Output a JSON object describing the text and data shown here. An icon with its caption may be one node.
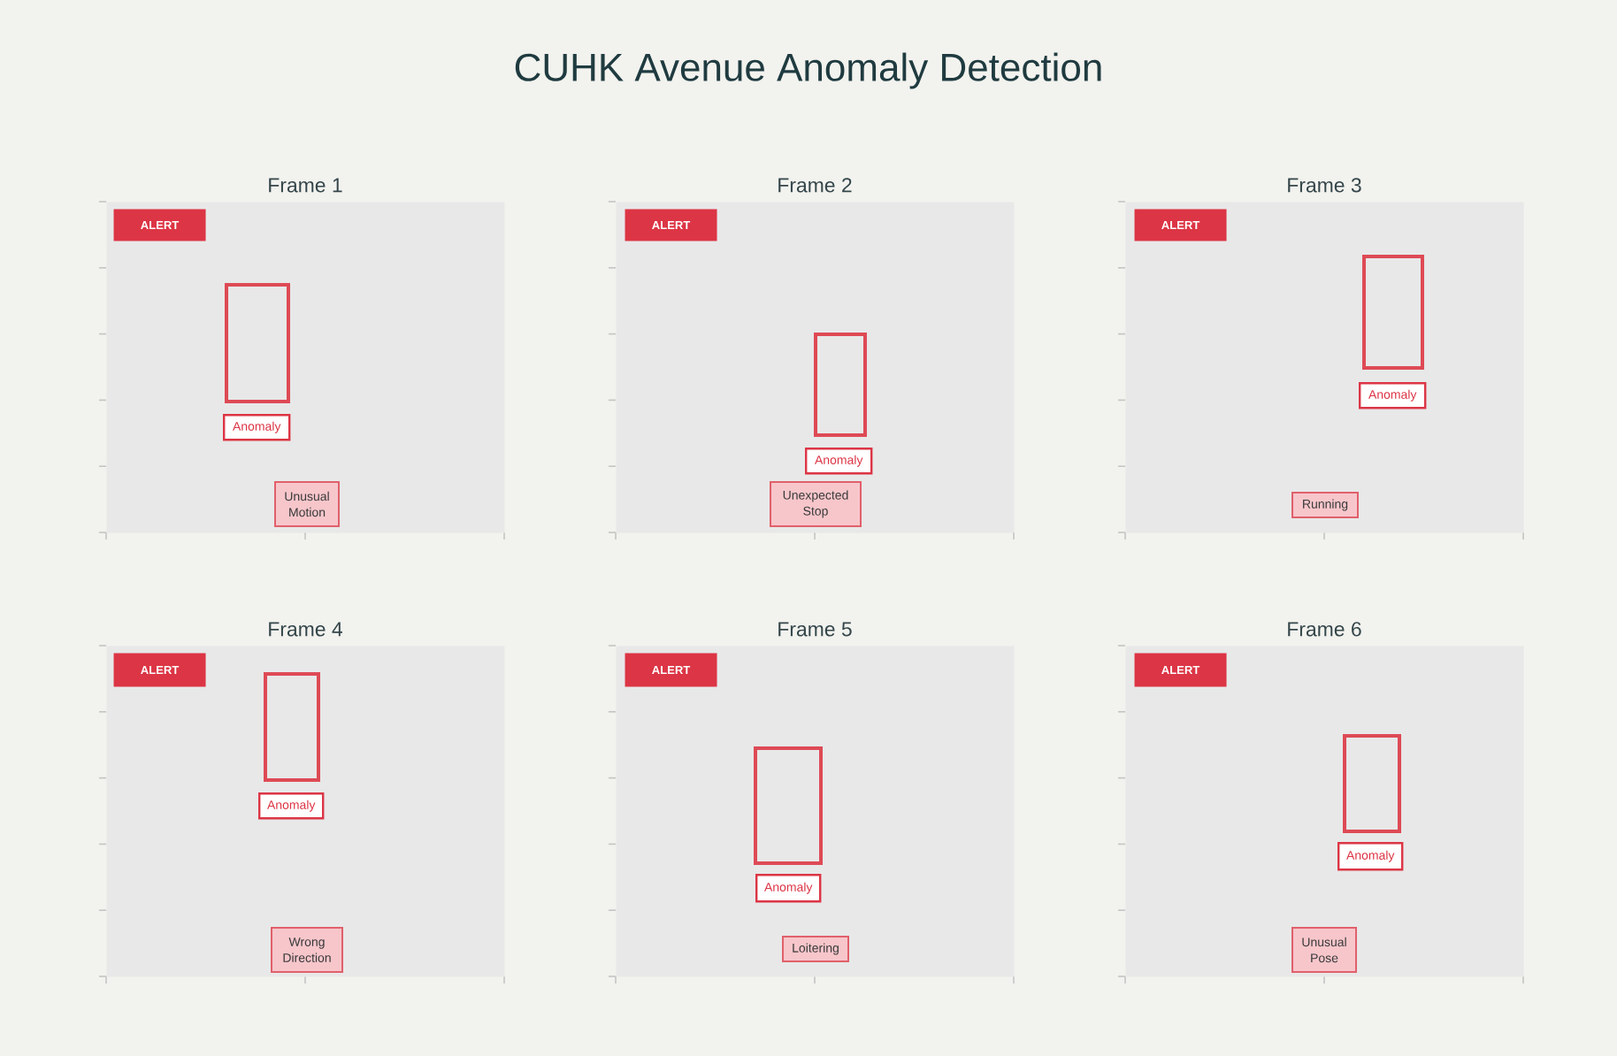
{
  "diagram": {
    "title": "CUHK Avenue Anomaly Detection",
    "nodes": [
      {
        "text": [
          "Frame 1"
        ]
      },
      {
        "text": [
          "ALERT"
        ],
        "in": 0
      },
      {
        "text": [],
        "shape": "box",
        "in": 0
      },
      {
        "text": [
          "Anomaly"
        ],
        "in": 0
      },
      {
        "text": [
          "Unusual Motion"
        ],
        "in": 0
      },
      {
        "text": [
          "Frame 2"
        ]
      },
      {
        "text": [
          "ALERT"
        ],
        "in": 5
      },
      {
        "text": [],
        "shape": "box",
        "in": 5
      },
      {
        "text": [
          "Anomaly"
        ],
        "in": 5
      },
      {
        "text": [
          "Unexpected Stop"
        ],
        "in": 5
      },
      {
        "text": [
          "Frame 3"
        ]
      },
      {
        "text": [
          "ALERT"
        ],
        "in": 10
      },
      {
        "text": [],
        "shape": "box",
        "in": 10
      },
      {
        "text": [
          "Anomaly"
        ],
        "in": 10
      },
      {
        "text": [
          "Running"
        ],
        "in": 10
      },
      {
        "text": [
          "Frame 4"
        ]
      },
      {
        "text": [
          "ALERT"
        ],
        "in": 15
      },
      {
        "text": [],
        "shape": "box",
        "in": 15
      },
      {
        "text": [
          "Anomaly"
        ],
        "in": 15
      },
      {
        "text": [
          "Wrong Direction"
        ],
        "in": 15
      },
      {
        "text": [
          "Frame 5"
        ]
      },
      {
        "text": [
          "ALERT"
        ],
        "in": 20
      },
      {
        "text": [],
        "shape": "box",
        "in": 20
      },
      {
        "text": [
          "Anomaly"
        ],
        "in": 20
      },
      {
        "text": [
          "Loitering"
        ],
        "in": 20
      },
      {
        "text": [
          "Frame 6"
        ]
      },
      {
        "text": [
          "ALERT"
        ],
        "in": 25
      },
      {
        "text": [],
        "shape": "box",
        "in": 25
      },
      {
        "text": [
          "Anomaly"
        ],
        "in": 25
      },
      {
        "text": [
          "Unusual Pose"
        ],
        "in": 25
      }
    ]
  }
}
